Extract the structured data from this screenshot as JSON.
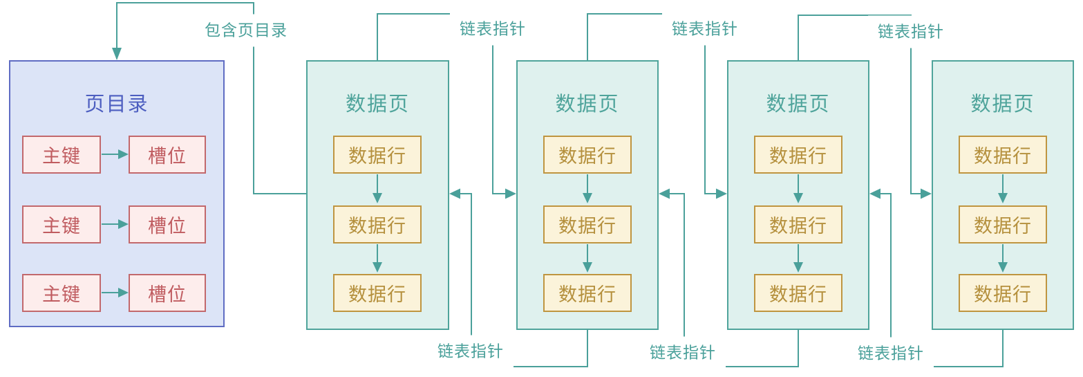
{
  "page_directory": {
    "title": "页目录",
    "rows": [
      {
        "key_label": "主键",
        "slot_label": "槽位"
      },
      {
        "key_label": "主键",
        "slot_label": "槽位"
      },
      {
        "key_label": "主键",
        "slot_label": "槽位"
      }
    ]
  },
  "data_pages": [
    {
      "title": "数据页",
      "rows": [
        "数据行",
        "数据行",
        "数据行"
      ]
    },
    {
      "title": "数据页",
      "rows": [
        "数据行",
        "数据行",
        "数据行"
      ]
    },
    {
      "title": "数据页",
      "rows": [
        "数据行",
        "数据行",
        "数据行"
      ]
    },
    {
      "title": "数据页",
      "rows": [
        "数据行",
        "数据行",
        "数据行"
      ]
    }
  ],
  "labels": {
    "contains_page_directory": "包含页目录",
    "linked_list_pointer": "链表指针"
  },
  "colors": {
    "connector_teal": "#4AA09A",
    "data_page_fill": "#DFF1EE",
    "data_page_border": "#4FA49B",
    "data_page_title_text": "#4FA49B",
    "directory_fill": "#DCE4F7",
    "directory_border": "#5F6CC3",
    "directory_title_text": "#4D5EC0",
    "key_slot_fill": "#FDEDEC",
    "key_slot_border": "#C2686C",
    "key_slot_text": "#C05C60",
    "data_row_fill": "#FBF3DA",
    "data_row_border": "#BF9540",
    "data_row_text": "#B5903D",
    "background": "#FFFFFF"
  }
}
